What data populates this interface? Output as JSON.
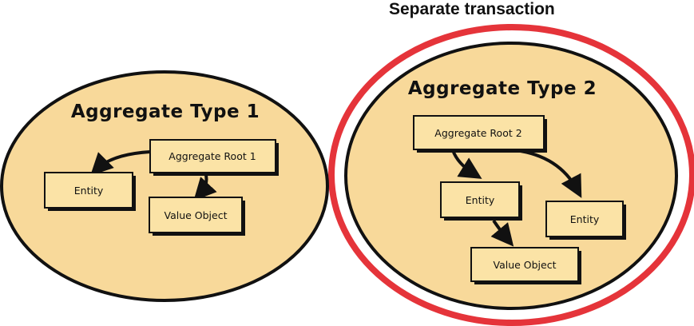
{
  "header": {
    "title": "Separate transaction"
  },
  "aggregates": [
    {
      "title": "Aggregate Type 1",
      "root": "Aggregate Root 1",
      "entity": "Entity",
      "value_object": "Value Object"
    },
    {
      "title": "Aggregate Type 2",
      "root": "Aggregate Root 2",
      "entity_left": "Entity",
      "entity_right": "Entity",
      "value_object": "Value Object"
    }
  ],
  "colors": {
    "aggregate_fill": "#f8d99a",
    "outline": "#111111",
    "transaction_ring": "#e5343a",
    "box_fill": "#fbe3a6"
  }
}
